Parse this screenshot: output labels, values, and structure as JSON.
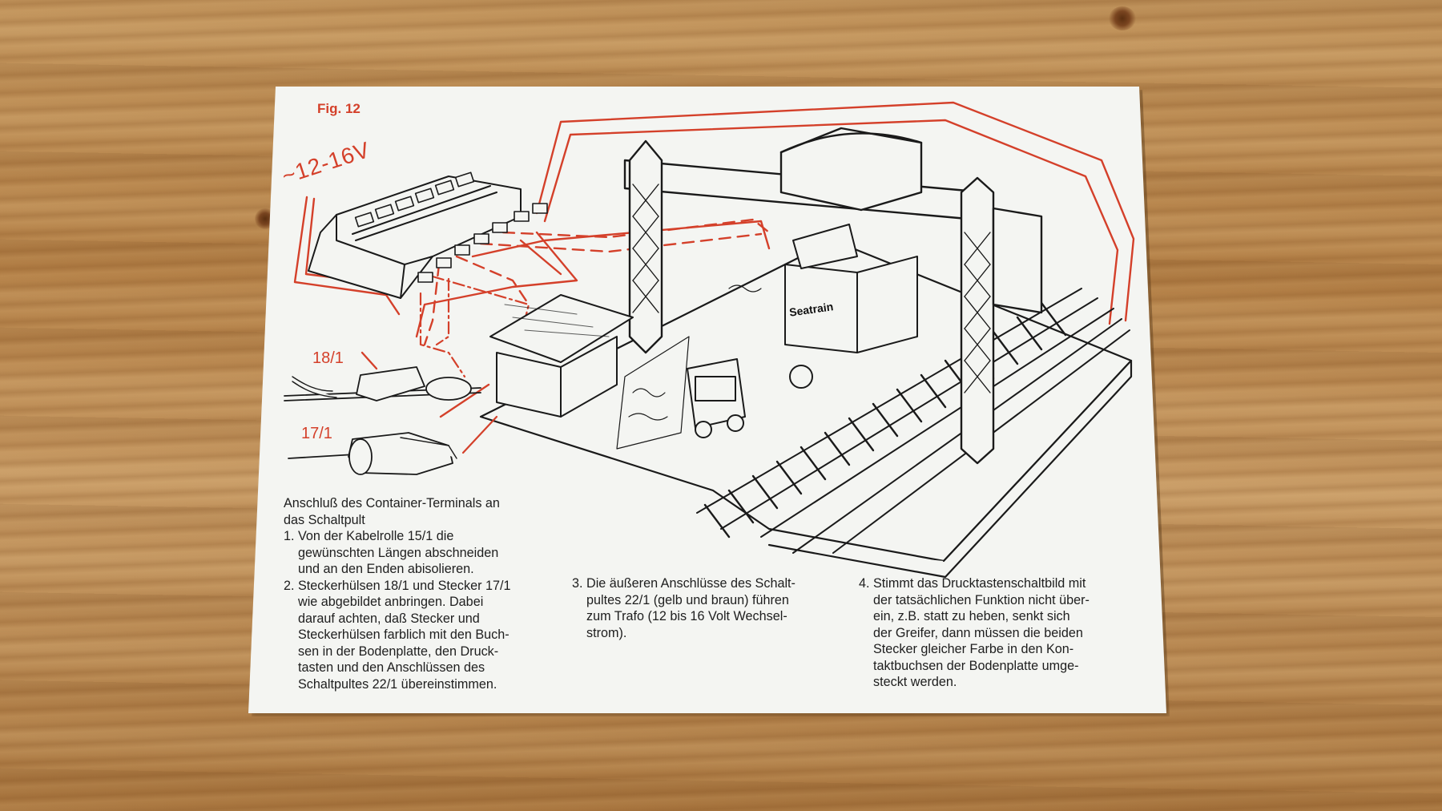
{
  "figure": {
    "label": "Fig. 12",
    "voltage": "~12-16V",
    "part_18": "18/1",
    "part_17": "17/1",
    "container_brand": "Seatrain"
  },
  "heading": {
    "line1": "Anschluß des Container-Terminals an",
    "line2": "das Schaltpult"
  },
  "steps": [
    {
      "num": "1.",
      "lines": [
        "Von der Kabelrolle 15/1 die",
        "gewünschten Längen abschneiden",
        "und an den Enden abisolieren."
      ]
    },
    {
      "num": "2.",
      "lines": [
        "Steckerhülsen 18/1 und Stecker 17/1",
        "wie abgebildet anbringen. Dabei",
        "darauf achten, daß Stecker und",
        "Steckerhülsen farblich mit den Buch-",
        "sen in der Bodenplatte, den Druck-",
        "tasten und den Anschlüssen des",
        "Schaltpultes 22/1 übereinstimmen."
      ]
    },
    {
      "num": "3.",
      "lines": [
        "Die äußeren Anschlüsse des Schalt-",
        "pultes 22/1 (gelb und braun) führen",
        "zum Trafo (12 bis 16 Volt Wechsel-",
        "strom)."
      ]
    },
    {
      "num": "4.",
      "lines": [
        "Stimmt das Drucktastenschaltbild mit",
        "der tatsächlichen Funktion nicht über-",
        "ein, z.B. statt zu heben, senkt sich",
        "der Greifer, dann müssen die beiden",
        "Stecker gleicher Farbe in den Kon-",
        "taktbuchsen der Bodenplatte umge-",
        "steckt werden."
      ]
    }
  ],
  "colors": {
    "accent_red": "#d4402a",
    "ink": "#1e1e1e",
    "paper": "#f4f5f2",
    "wood": "#b9884f"
  }
}
